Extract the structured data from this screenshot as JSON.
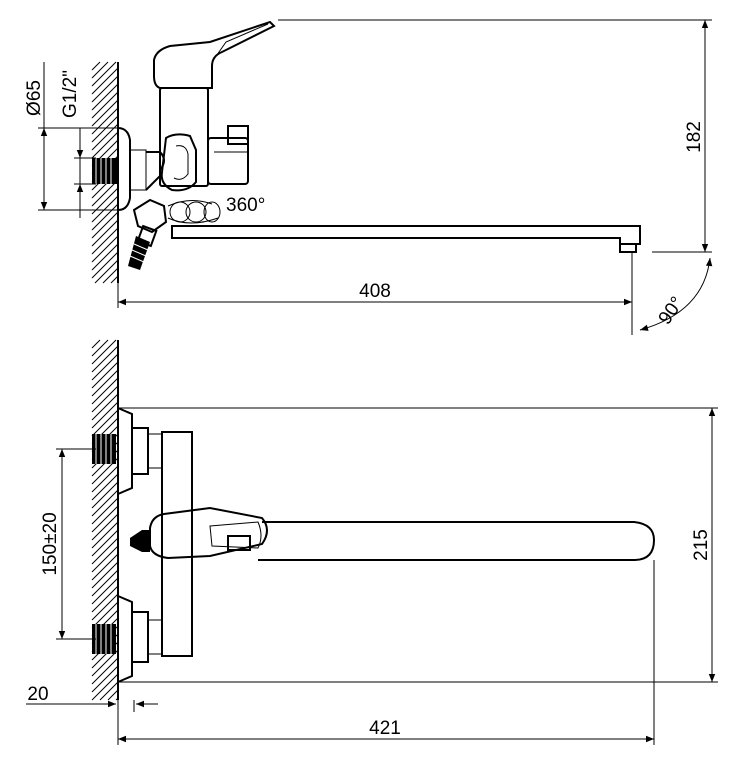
{
  "side_view": {
    "dimensions": {
      "height": "182",
      "length": "408",
      "flange_diameter": "Ø65",
      "thread": "G1/2\"",
      "rotation": "360°",
      "angle": "90°"
    }
  },
  "top_view": {
    "dimensions": {
      "depth": "215",
      "centers": "150±20",
      "offset": "20",
      "length": "421"
    }
  }
}
